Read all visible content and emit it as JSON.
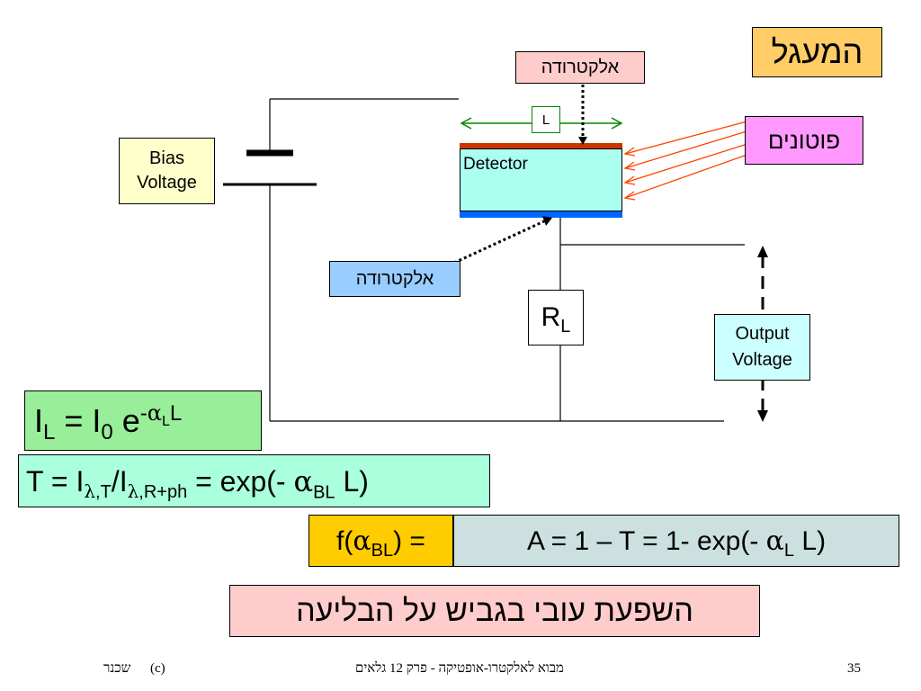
{
  "title": "המעגל",
  "labels": {
    "electrode_top": "אלקטרודה",
    "electrode_bottom": "אלקטרודה",
    "photons": "פוטונים",
    "length": "L",
    "detector": "Detector",
    "bias_line1": "Bias",
    "bias_line2": "Voltage",
    "output_line1": "Output",
    "output_line2": "Voltage",
    "resistor_main": "R",
    "resistor_sub": "L"
  },
  "equations": {
    "eq1": {
      "a": "I",
      "a_sub": "L",
      "b": " = I",
      "b_sub": "0",
      "c": " e",
      "c_sup_minus": "-",
      "c_sup_alpha": "α",
      "c_sup_alpha_sub": "L",
      "c_sup_l": "L"
    },
    "eq2": {
      "a": "T = I",
      "a_sub_lambda": "λ",
      "a_sub_rest": ",T",
      "b": "/I",
      "b_sub_lambda": "λ",
      "b_sub_rest": ",R+ph",
      "c": " = exp(- ",
      "alpha": "α",
      "alpha_sub": "BL",
      "d": " L)"
    },
    "eq3_left": {
      "a": "f(",
      "alpha": "α",
      "alpha_sub": "BL",
      "b": ") ="
    },
    "eq3_right": {
      "a": "A = 1 – T = 1- exp(- ",
      "alpha": "α",
      "alpha_sub": "L",
      "b": " L)"
    }
  },
  "caption": "השפעת עובי בגביש על הבליעה",
  "footer": {
    "left_c": "(c)",
    "left_name": "שכנר",
    "center": "מבוא לאלקטרו-אופטיקה - פרק  12 גלאים",
    "page": "35"
  },
  "colors": {
    "title_bg": "#ffcc66",
    "electrode_label_bg": "#ffcccc",
    "electrode_bottom_bg": "#99ccff",
    "photons_bg": "#ff99ff",
    "bias_bg": "#ffffcc",
    "detector_bg": "#aaffee",
    "output_bg": "#ccffff",
    "eq1_bg": "#99ee99",
    "eq2_bg": "#aaffdd",
    "eq3_left_bg": "#ffcc00",
    "eq3_right_bg": "#cce0e0",
    "caption_bg": "#ffcccc",
    "top_electrode": "#cc3300",
    "bottom_electrode": "#0066ff",
    "photon_arrows": "#ff4400",
    "length_arrow": "#008800"
  }
}
